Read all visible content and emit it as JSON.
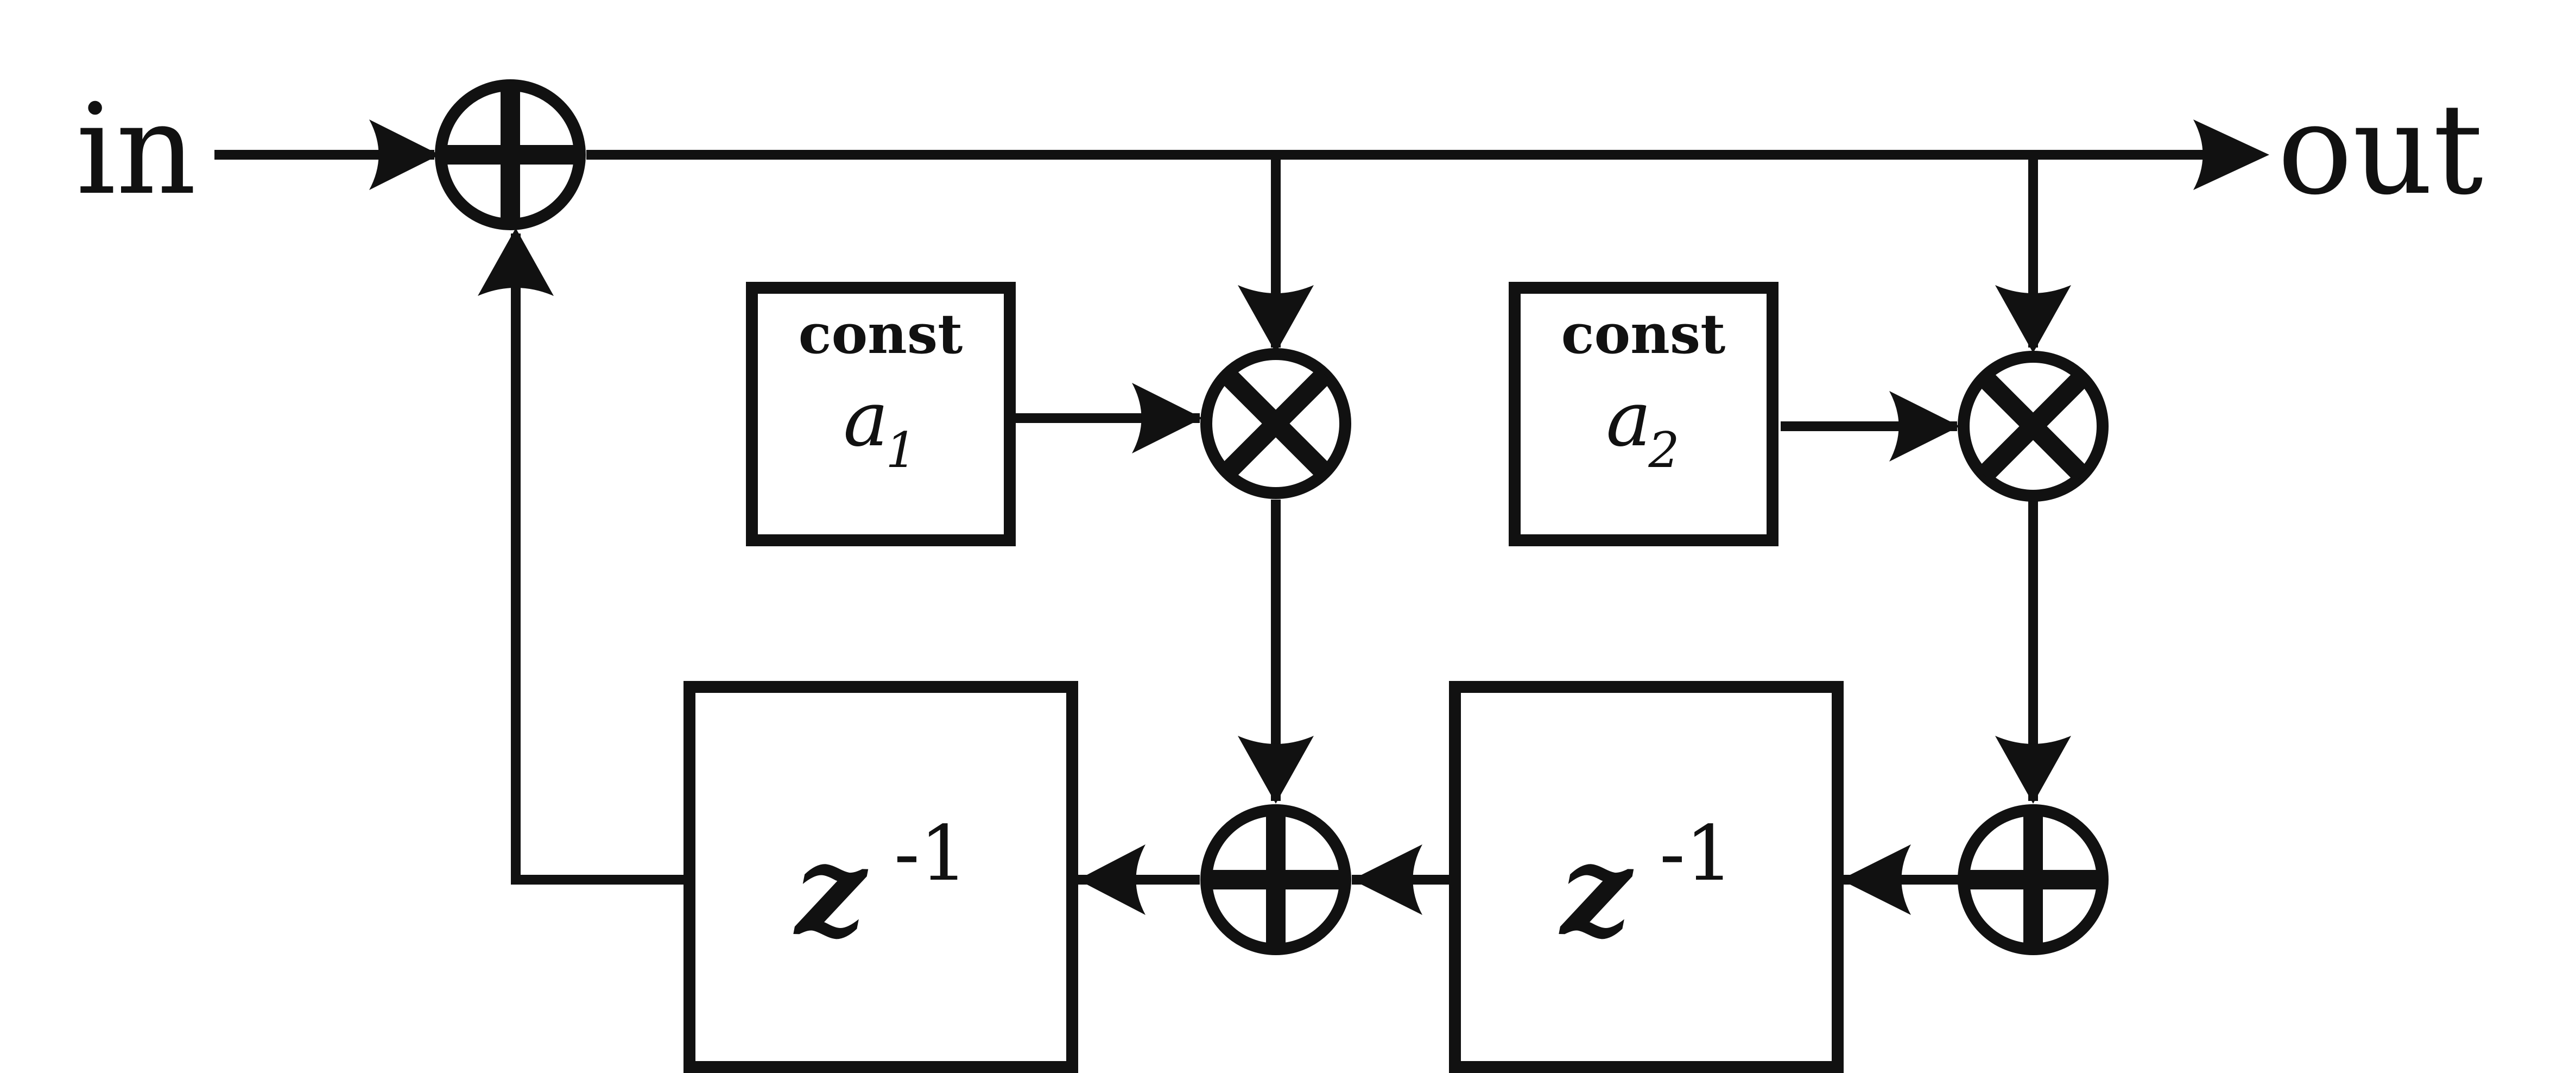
{
  "labels": {
    "input": "in",
    "output": "out"
  },
  "coefficients": [
    {
      "const_label": "const",
      "symbol": "a",
      "subscript": "1"
    },
    {
      "const_label": "const",
      "symbol": "a",
      "subscript": "2"
    }
  ],
  "delays": [
    {
      "base": "z",
      "exponent": "-1"
    },
    {
      "base": "z",
      "exponent": "-1"
    }
  ],
  "operators": {
    "adder_symbol": "plus",
    "multiplier_symbol": "times"
  },
  "colors": {
    "stroke": "#111111",
    "background": "#ffffff"
  }
}
